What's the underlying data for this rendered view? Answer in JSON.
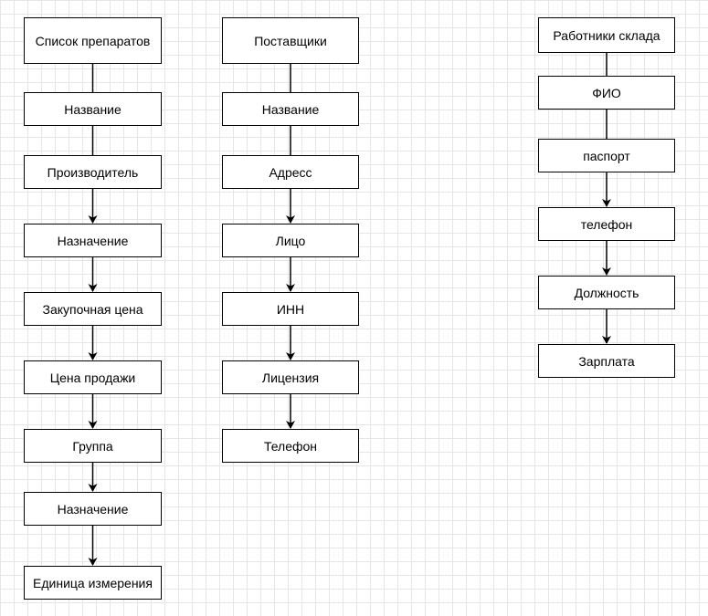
{
  "diagram": {
    "columns": [
      {
        "id": "drugs",
        "nodes": [
          "Список препаратов",
          "Название",
          "Производитель",
          "Назначение",
          "Закупочная цена",
          "Цена продажи",
          "Группа",
          "Назначение",
          "Единица измерения"
        ],
        "arrows": [
          false,
          false,
          true,
          true,
          true,
          true,
          true,
          true
        ]
      },
      {
        "id": "suppliers",
        "nodes": [
          "Поставщики",
          "Название",
          "Адресс",
          "Лицо",
          "ИНН",
          "Лицензия",
          "Телефон"
        ],
        "arrows": [
          false,
          false,
          true,
          true,
          true,
          true
        ]
      },
      {
        "id": "warehouse-staff",
        "nodes": [
          "Работники склада",
          "ФИО",
          "паспорт",
          "телефон",
          "Должность",
          "Зарплата"
        ],
        "arrows": [
          false,
          false,
          true,
          true,
          true
        ]
      }
    ],
    "colors": {
      "background": "#ffffff",
      "grid": "#e6e6e6",
      "stroke": "#000000",
      "text": "#000000"
    }
  }
}
